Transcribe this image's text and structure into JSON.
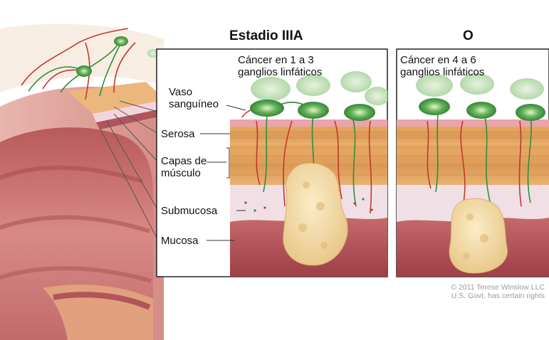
{
  "title": "Estadio IIIA",
  "separator": "O",
  "panels": [
    {
      "caption_line1": "Cáncer en 1 a 3",
      "caption_line2": "ganglios linfáticos"
    },
    {
      "caption_line1": "Cáncer en 4 a 6",
      "caption_line2": "ganglios linfáticos"
    }
  ],
  "labels": {
    "vessel_line1": "Vaso",
    "vessel_line2": "sanguíneo",
    "serosa": "Serosa",
    "muscle_line1": "Capas de",
    "muscle_line2": "músculo",
    "submucosa": "Submucosa",
    "mucosa": "Mucosa"
  },
  "credit": {
    "line1": "© 2011 Terese Winslow LLC",
    "line2": "U.S. Govt. has certain rights"
  },
  "colors": {
    "serosa": "#e9a4ad",
    "muscle": "#e0a35e",
    "submucosa": "#f1dfe6",
    "mucosa": "#b35257",
    "tumor": "#f5deae",
    "node": "#2f8f3b",
    "vessel": "#c0392b",
    "colon": "#d98a86"
  }
}
